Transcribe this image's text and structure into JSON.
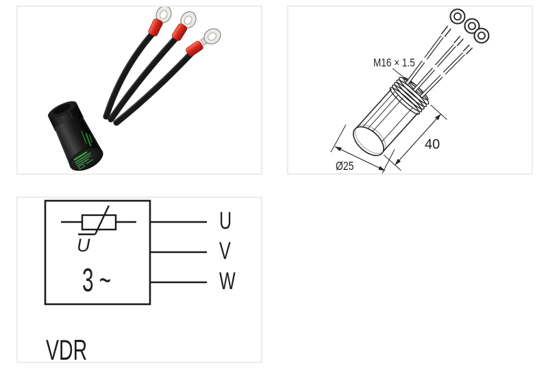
{
  "panels": {
    "drawing": {
      "thread_label": "M16 × 1.5",
      "length_label": "40",
      "diameter_label": "Ø25"
    },
    "schematic": {
      "voltage_label": "U",
      "phase_label": "3 ~",
      "terminals": [
        "U",
        "V",
        "W"
      ],
      "caption": "VDR"
    }
  },
  "colors": {
    "panel_border": "#ececec",
    "line": "#222222",
    "label_green": "#3ec24d",
    "terminal_red": "#d6281c",
    "cable_black": "#191919"
  }
}
